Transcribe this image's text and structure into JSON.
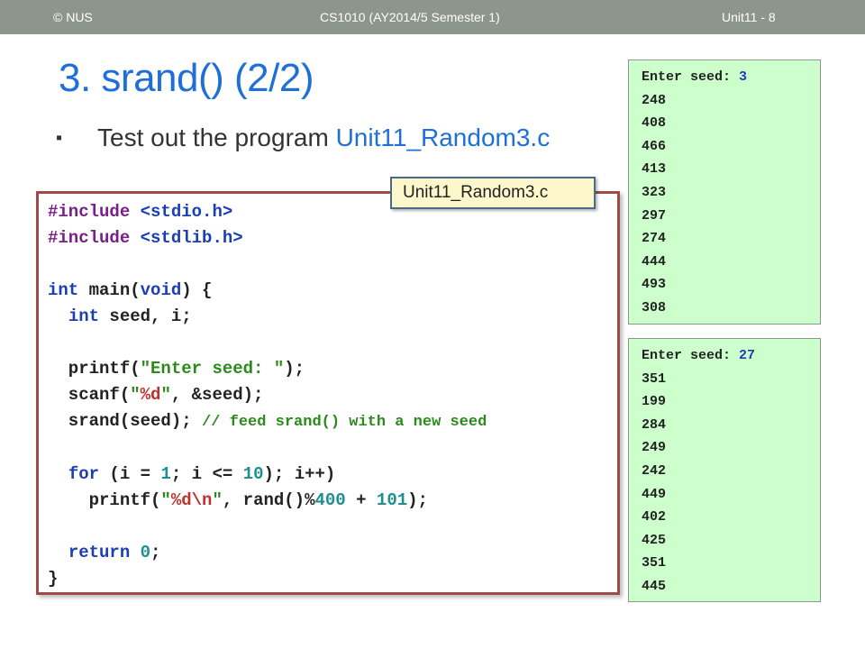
{
  "header": {
    "left": "© NUS",
    "center": "CS1010 (AY2014/5 Semester 1)",
    "right": "Unit11 - 8"
  },
  "slide": {
    "title": "3. srand() (2/2)",
    "bullet_marker": "▪",
    "bullet_text": "Test out the program ",
    "bullet_file": "Unit11_Random3.c"
  },
  "code_label": "Unit11_Random3.c",
  "code_lines": [
    "#include <stdio.h>",
    "#include <stdlib.h>",
    "",
    "int main(void) {",
    "  int seed, i;",
    "",
    "  printf(\"Enter seed: \");",
    "  scanf(\"%d\", &seed);",
    "  srand(seed); // feed srand() with a new seed",
    "",
    "  for (i = 1; i <= 10); i++)",
    "    printf(\"%d\\n\", rand()%400 + 101);",
    "",
    "  return 0;",
    "}"
  ],
  "outputs": [
    {
      "prompt": "Enter seed: ",
      "seed": "3",
      "values": [
        "248",
        "408",
        "466",
        "413",
        "323",
        "297",
        "274",
        "444",
        "493",
        "308"
      ]
    },
    {
      "prompt": "Enter seed: ",
      "seed": "27",
      "values": [
        "351",
        "199",
        "284",
        "249",
        "242",
        "449",
        "402",
        "425",
        "351",
        "445"
      ]
    }
  ],
  "colors": {
    "header_bar": "#8c968c",
    "title": "#1f6fd8",
    "code_border": "#a04a4a",
    "output_bg": "#ccffcc",
    "label_bg": "#fdf7cc"
  }
}
